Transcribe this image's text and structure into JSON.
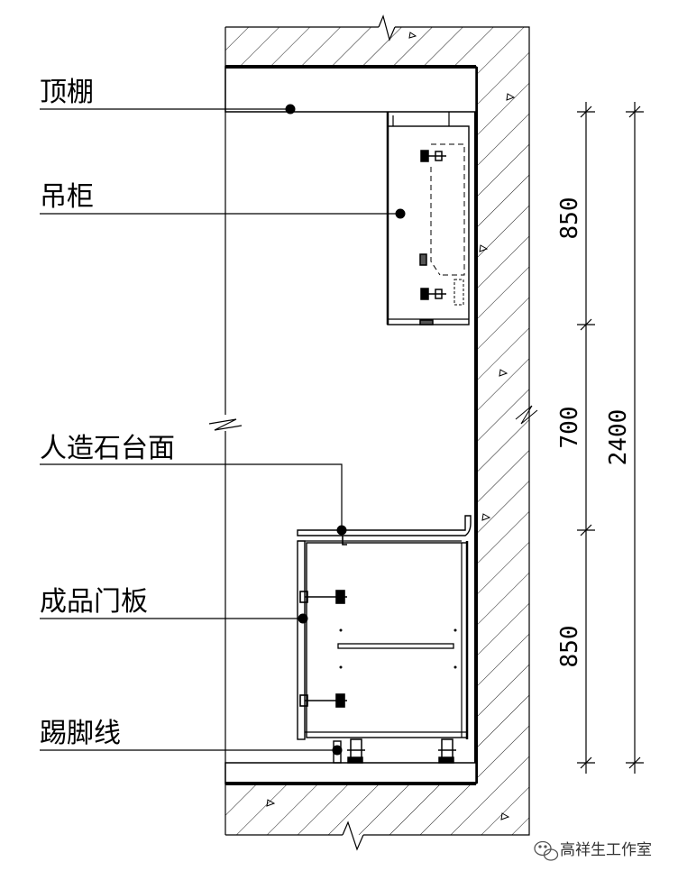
{
  "labels": {
    "ceiling": "顶棚",
    "wall_cabinet": "吊柜",
    "countertop": "人造石台面",
    "door_panel": "成品门板",
    "kick_board": "踢脚线"
  },
  "dimensions": {
    "upper_cabinet": "850",
    "gap": "700",
    "total": "2400",
    "base_cabinet": "850"
  },
  "watermark": {
    "icon": "wechat-icon",
    "text": "高祥生工作室"
  }
}
